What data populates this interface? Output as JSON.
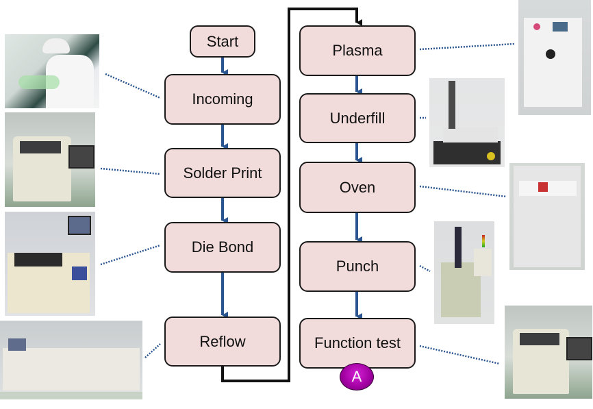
{
  "diagram": {
    "type": "process-flow",
    "left_column": [
      {
        "id": "start",
        "label": "Start"
      },
      {
        "id": "incoming",
        "label": "Incoming"
      },
      {
        "id": "solder-print",
        "label": "Solder Print"
      },
      {
        "id": "die-bond",
        "label": "Die Bond"
      },
      {
        "id": "reflow",
        "label": "Reflow"
      }
    ],
    "right_column": [
      {
        "id": "plasma",
        "label": "Plasma"
      },
      {
        "id": "underfill",
        "label": "Underfill"
      },
      {
        "id": "oven",
        "label": "Oven"
      },
      {
        "id": "punch",
        "label": "Punch"
      },
      {
        "id": "function-test",
        "label": "Function test"
      }
    ],
    "connector": {
      "label": "A"
    },
    "photos": [
      {
        "step": "incoming",
        "subject": "operator inspecting at workbench"
      },
      {
        "step": "solder-print",
        "subject": "solder paste printer"
      },
      {
        "step": "die-bond",
        "subject": "die bonder"
      },
      {
        "step": "reflow",
        "subject": "reflow oven"
      },
      {
        "step": "plasma",
        "subject": "plasma cleaner"
      },
      {
        "step": "underfill",
        "subject": "dispensing machine"
      },
      {
        "step": "oven",
        "subject": "curing oven"
      },
      {
        "step": "punch",
        "subject": "punch press"
      },
      {
        "step": "function-test",
        "subject": "test machine"
      }
    ],
    "colors": {
      "node_fill": "#f2dcdb",
      "arrow": "#2a5590",
      "link_line": "#1a1a1a",
      "connector_fill": "#b000b0",
      "dotted_leader": "#2a5590"
    }
  }
}
